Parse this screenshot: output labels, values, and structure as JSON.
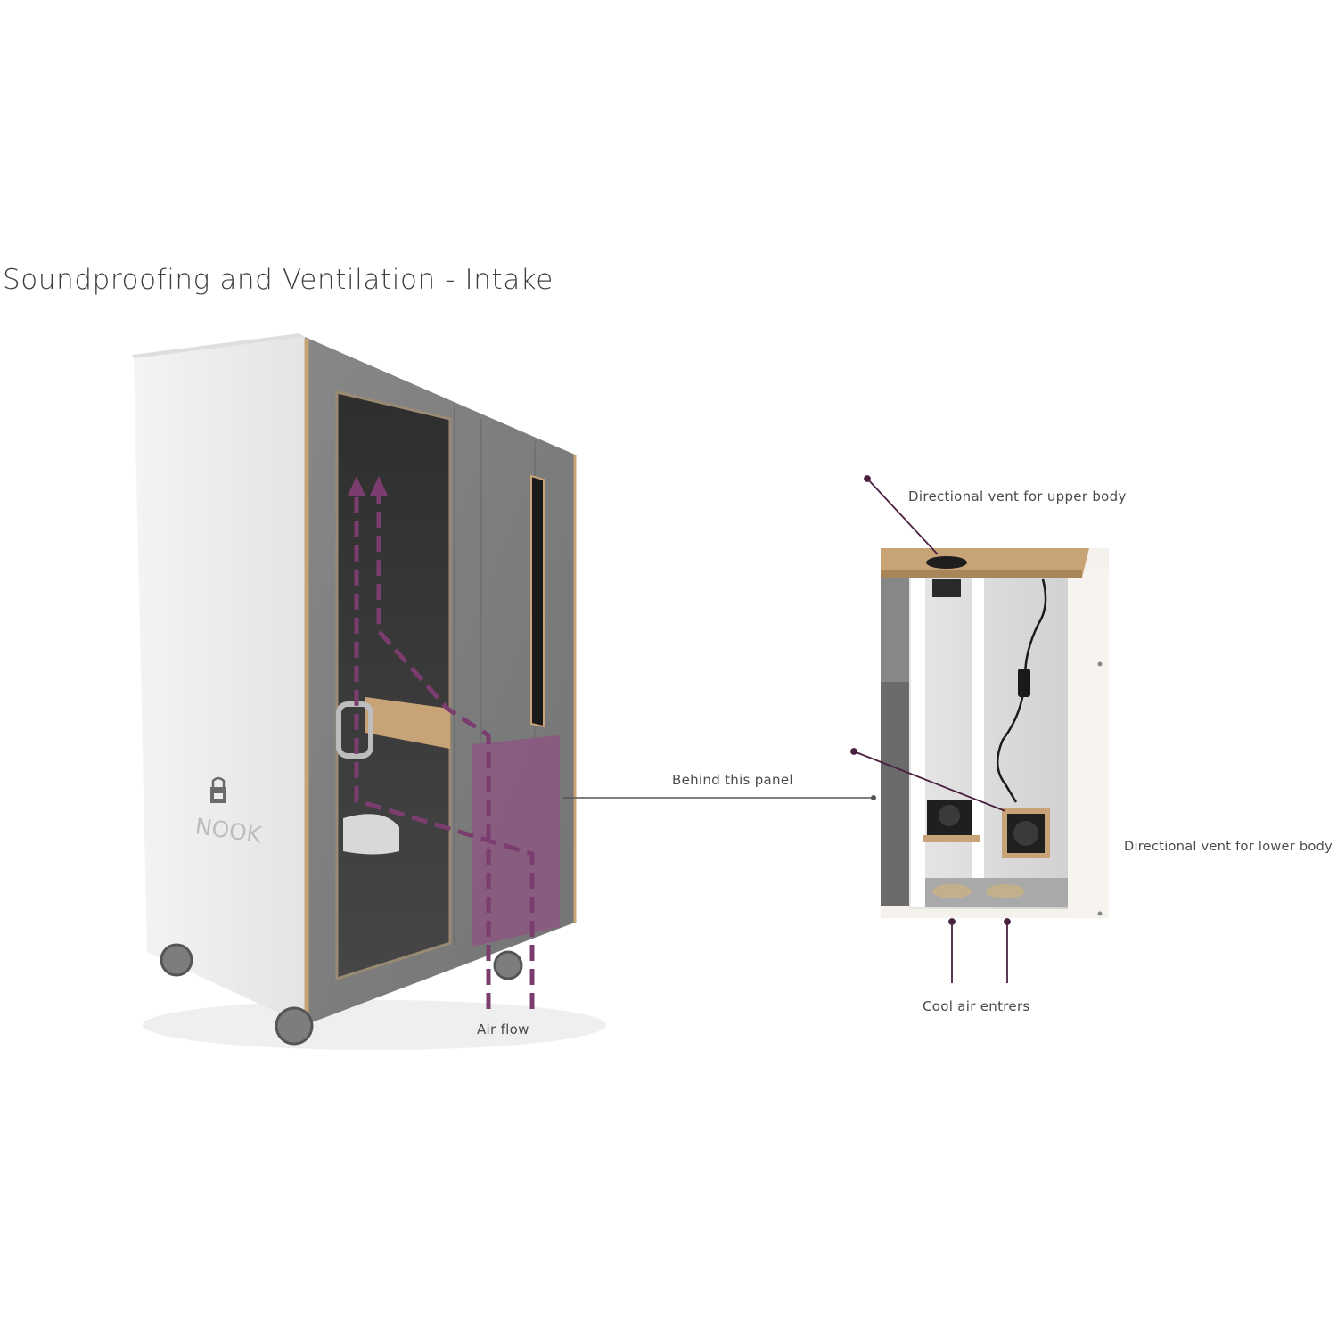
{
  "title": "Soundproofing and Ventilation - Intake",
  "brand": {
    "name": "NOOK",
    "logo_icon": "nook-logo-icon"
  },
  "labels": {
    "air_flow": "Air flow",
    "behind_panel": "Behind this panel",
    "vent_upper": "Directional vent for upper body",
    "vent_lower": "Directional vent for lower body",
    "cool_air": "Cool air entrers"
  },
  "colors": {
    "accent": "#7a3d6e",
    "panel_highlight": "#8a5a80",
    "pod_body": "#808080",
    "pod_side": "#ececec",
    "wood": "#c9a378"
  }
}
